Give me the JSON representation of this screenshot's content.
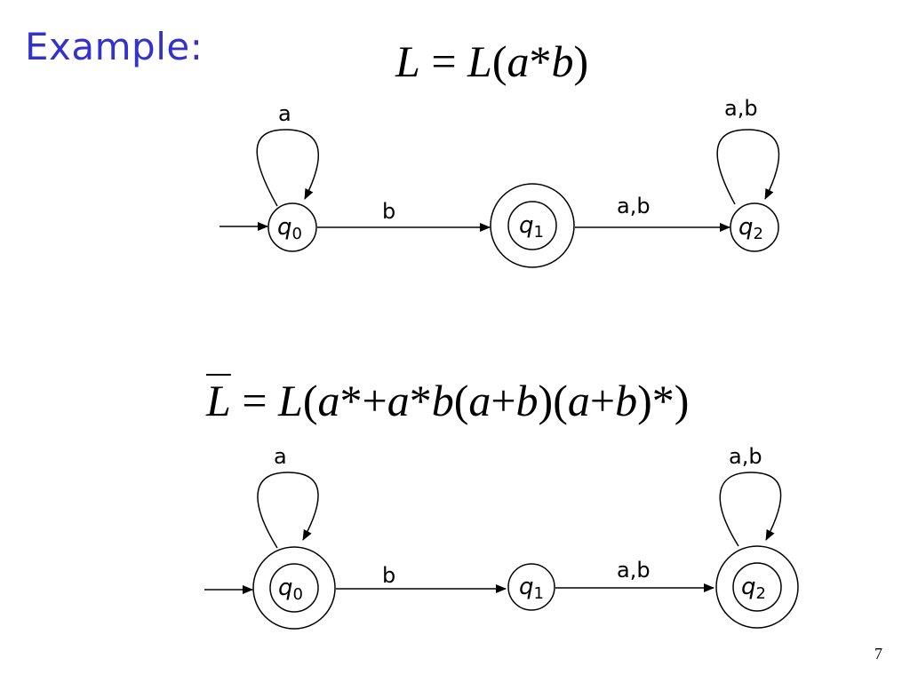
{
  "title": "Example:",
  "page_number": "7",
  "formula_top": {
    "lhs": "L",
    "eq": "=",
    "rhs_parts": [
      "L",
      "(",
      "a",
      "*",
      "b",
      ")"
    ]
  },
  "formula_bottom": {
    "lhs": "L",
    "eq": "=",
    "rhs_parts": [
      "L",
      "(",
      "a",
      "*",
      "+",
      "a",
      "*",
      "b",
      "(",
      "a",
      "+",
      "b",
      ")",
      "(",
      "a",
      "+",
      "b",
      ")",
      "*",
      ")"
    ]
  },
  "dfa_top": {
    "states": [
      {
        "id": "q0",
        "label": "q",
        "sub": "0",
        "accepting": false,
        "initial": true
      },
      {
        "id": "q1",
        "label": "q",
        "sub": "1",
        "accepting": true,
        "initial": false
      },
      {
        "id": "q2",
        "label": "q",
        "sub": "2",
        "accepting": false,
        "initial": false
      }
    ],
    "transitions": [
      {
        "from": "q0",
        "to": "q0",
        "label": "a"
      },
      {
        "from": "q0",
        "to": "q1",
        "label": "b"
      },
      {
        "from": "q1",
        "to": "q2",
        "label": "a,b"
      },
      {
        "from": "q2",
        "to": "q2",
        "label": "a,b"
      }
    ]
  },
  "dfa_bottom": {
    "states": [
      {
        "id": "q0",
        "label": "q",
        "sub": "0",
        "accepting": true,
        "initial": true
      },
      {
        "id": "q1",
        "label": "q",
        "sub": "1",
        "accepting": false,
        "initial": false
      },
      {
        "id": "q2",
        "label": "q",
        "sub": "2",
        "accepting": true,
        "initial": false
      }
    ],
    "transitions": [
      {
        "from": "q0",
        "to": "q0",
        "label": "a"
      },
      {
        "from": "q0",
        "to": "q1",
        "label": "b"
      },
      {
        "from": "q1",
        "to": "q2",
        "label": "a,b"
      },
      {
        "from": "q2",
        "to": "q2",
        "label": "a,b"
      }
    ]
  }
}
